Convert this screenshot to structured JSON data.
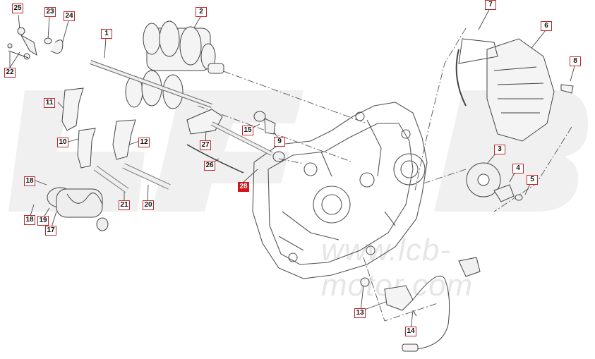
{
  "diagram": {
    "watermark_text": "www.lcb-motor.com",
    "callouts": [
      "25",
      "23",
      "24",
      "2",
      "7",
      "6",
      "1",
      "22",
      "8",
      "11",
      "15",
      "9",
      "27",
      "10",
      "12",
      "3",
      "4",
      "5",
      "26",
      "28",
      "18",
      "21",
      "20",
      "19",
      "17",
      "13",
      "14"
    ]
  },
  "colors": {
    "callout_border": "#c0282d",
    "highlight": "#d0161b",
    "line": "#444444",
    "watermark": "#e6e6e6"
  }
}
